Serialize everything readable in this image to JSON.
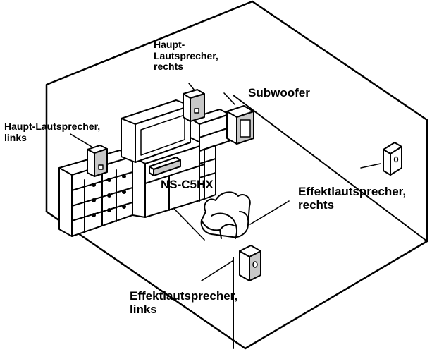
{
  "labels": {
    "main_right": {
      "line1": "Haupt-",
      "line2": "Lautsprecher,",
      "line3": "rechts"
    },
    "subwoofer": "Subwoofer",
    "main_left": {
      "line1": "Haupt-Lautsprecher,",
      "line2": "links"
    },
    "center": "NS-C5HX",
    "surround_right": {
      "line1": "Effektlautsprecher,",
      "line2": "rechts"
    },
    "surround_left": {
      "line1": "Effektlautsprecher,",
      "line2": "links"
    }
  },
  "colors": {
    "stroke": "#000000",
    "background": "#ffffff",
    "speaker_shade": "#c8c8c8"
  }
}
